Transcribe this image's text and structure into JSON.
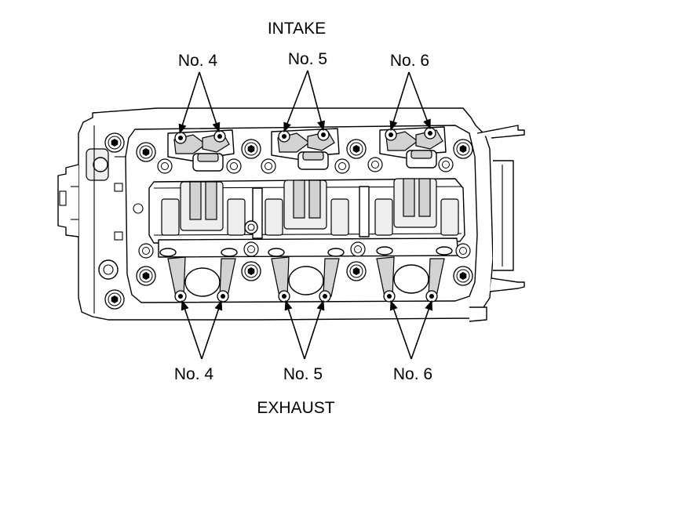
{
  "labels": {
    "intake": "INTAKE",
    "exhaust": "EXHAUST",
    "intake_no4": "No. 4",
    "intake_no5": "No. 5",
    "intake_no6": "No. 6",
    "exhaust_no4": "No. 4",
    "exhaust_no5": "No. 5",
    "exhaust_no6": "No. 6"
  }
}
